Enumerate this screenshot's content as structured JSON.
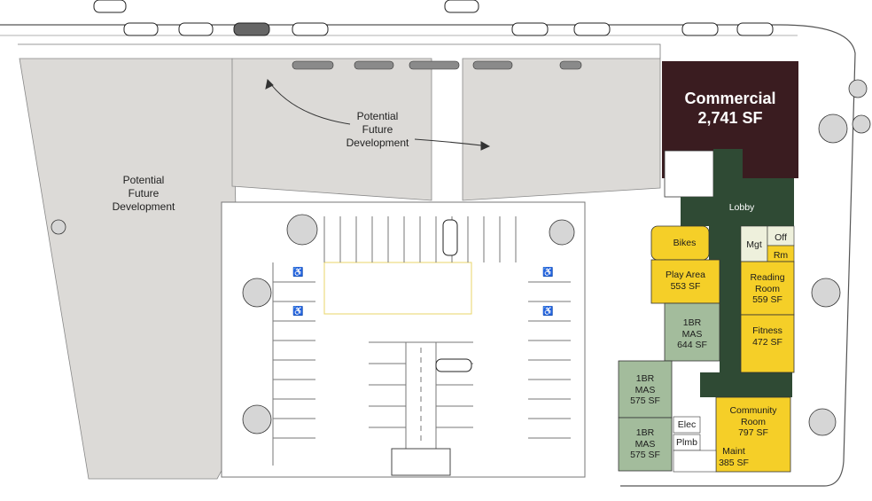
{
  "labels": {
    "dev_left": [
      "Potential",
      "Future",
      "Development"
    ],
    "dev_center": [
      "Potential",
      "Future",
      "Development"
    ],
    "commercial": {
      "name": "Commercial",
      "area": "2,741 SF"
    },
    "lobby": "Lobby",
    "bikes": "Bikes",
    "mgt": "Mgt",
    "off": "Off",
    "rm": "Rm",
    "play_area": {
      "name": "Play Area",
      "area": "553 SF"
    },
    "reading_room": {
      "name1": "Reading",
      "name2": "Room",
      "area": "559 SF"
    },
    "unit_a": {
      "type": "1BR",
      "sub": "MAS",
      "area": "644 SF"
    },
    "fitness": {
      "name": "Fitness",
      "area": "472 SF"
    },
    "unit_b": {
      "type": "1BR",
      "sub": "MAS",
      "area": "575 SF"
    },
    "unit_c": {
      "type": "1BR",
      "sub": "MAS",
      "area": "575 SF"
    },
    "elec": "Elec",
    "plmb": "Plmb",
    "community_room": {
      "name1": "Community",
      "name2": "Room",
      "area": "797 SF"
    },
    "maint": {
      "name": "Maint",
      "area": "385 SF"
    }
  },
  "colors": {
    "commercial": "#3a1c20",
    "lobby": "#2f4a34",
    "amenity": "#f5cf28",
    "unit": "#a3bc9c",
    "service": "#eef0dc",
    "development": "#dcdad7"
  }
}
